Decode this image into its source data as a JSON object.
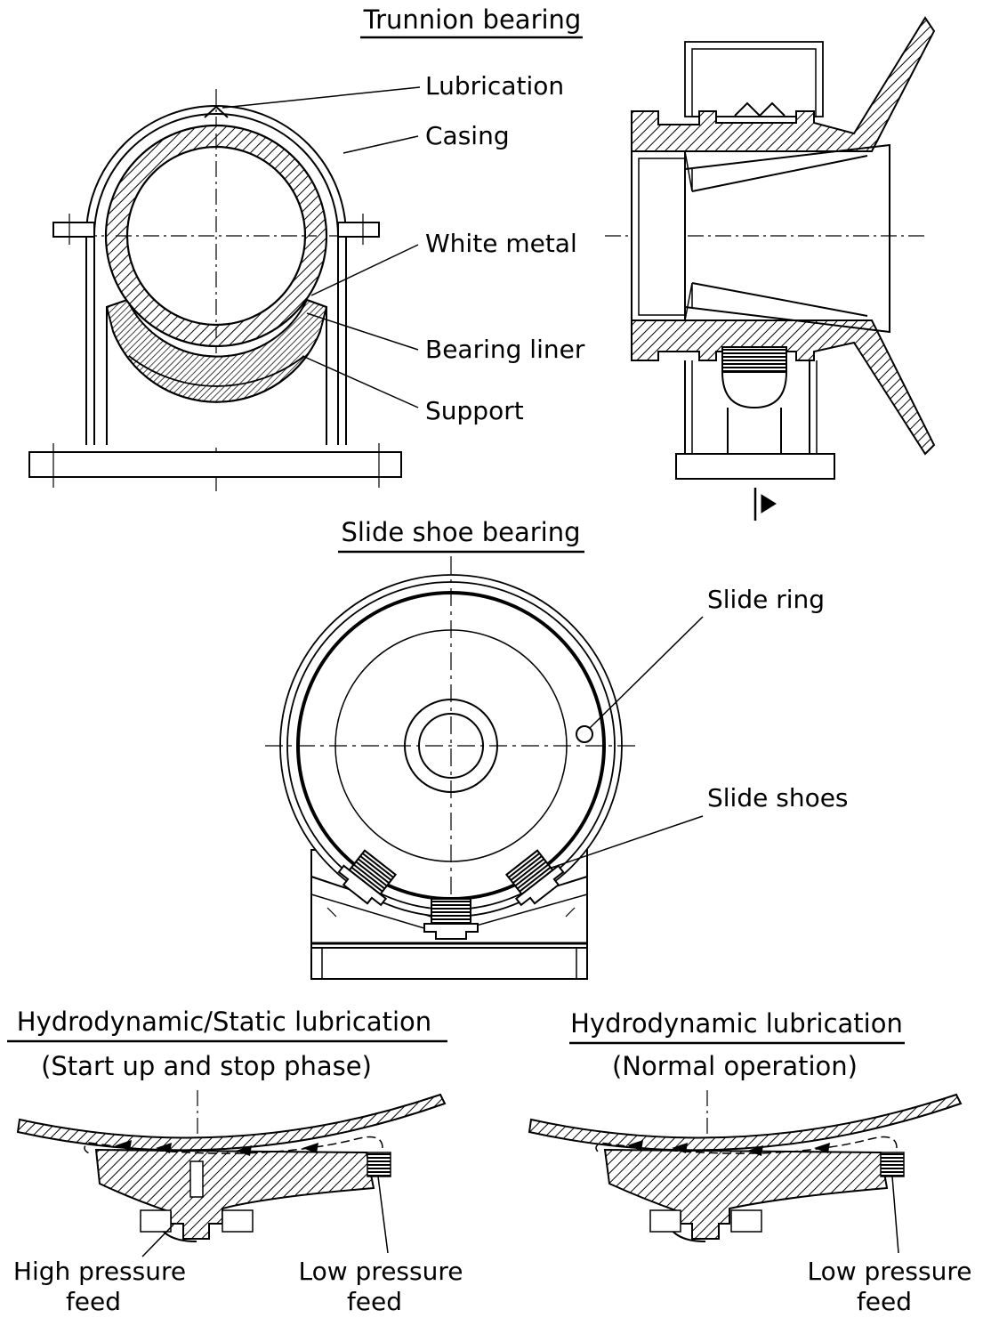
{
  "trunnion": {
    "title": "Trunnion bearing",
    "labels": {
      "lubrication": "Lubrication",
      "casing": "Casing",
      "white_metal": "White metal",
      "bearing_liner": "Bearing liner",
      "support": "Support"
    }
  },
  "slide_shoe": {
    "title": "Slide shoe bearing",
    "labels": {
      "slide_ring": "Slide ring",
      "slide_shoes": "Slide shoes"
    }
  },
  "hydro_static": {
    "title": "Hydrodynamic/Static lubrication",
    "subtitle": "(Start up and stop phase)",
    "labels": {
      "high_pressure_1": "High pressure",
      "high_pressure_2": "feed",
      "low_pressure_1": "Low pressure",
      "low_pressure_2": "feed"
    }
  },
  "hydro_dynamic": {
    "title": "Hydrodynamic lubrication",
    "subtitle": "(Normal operation)",
    "labels": {
      "low_pressure_1": "Low pressure",
      "low_pressure_2": "feed"
    }
  }
}
